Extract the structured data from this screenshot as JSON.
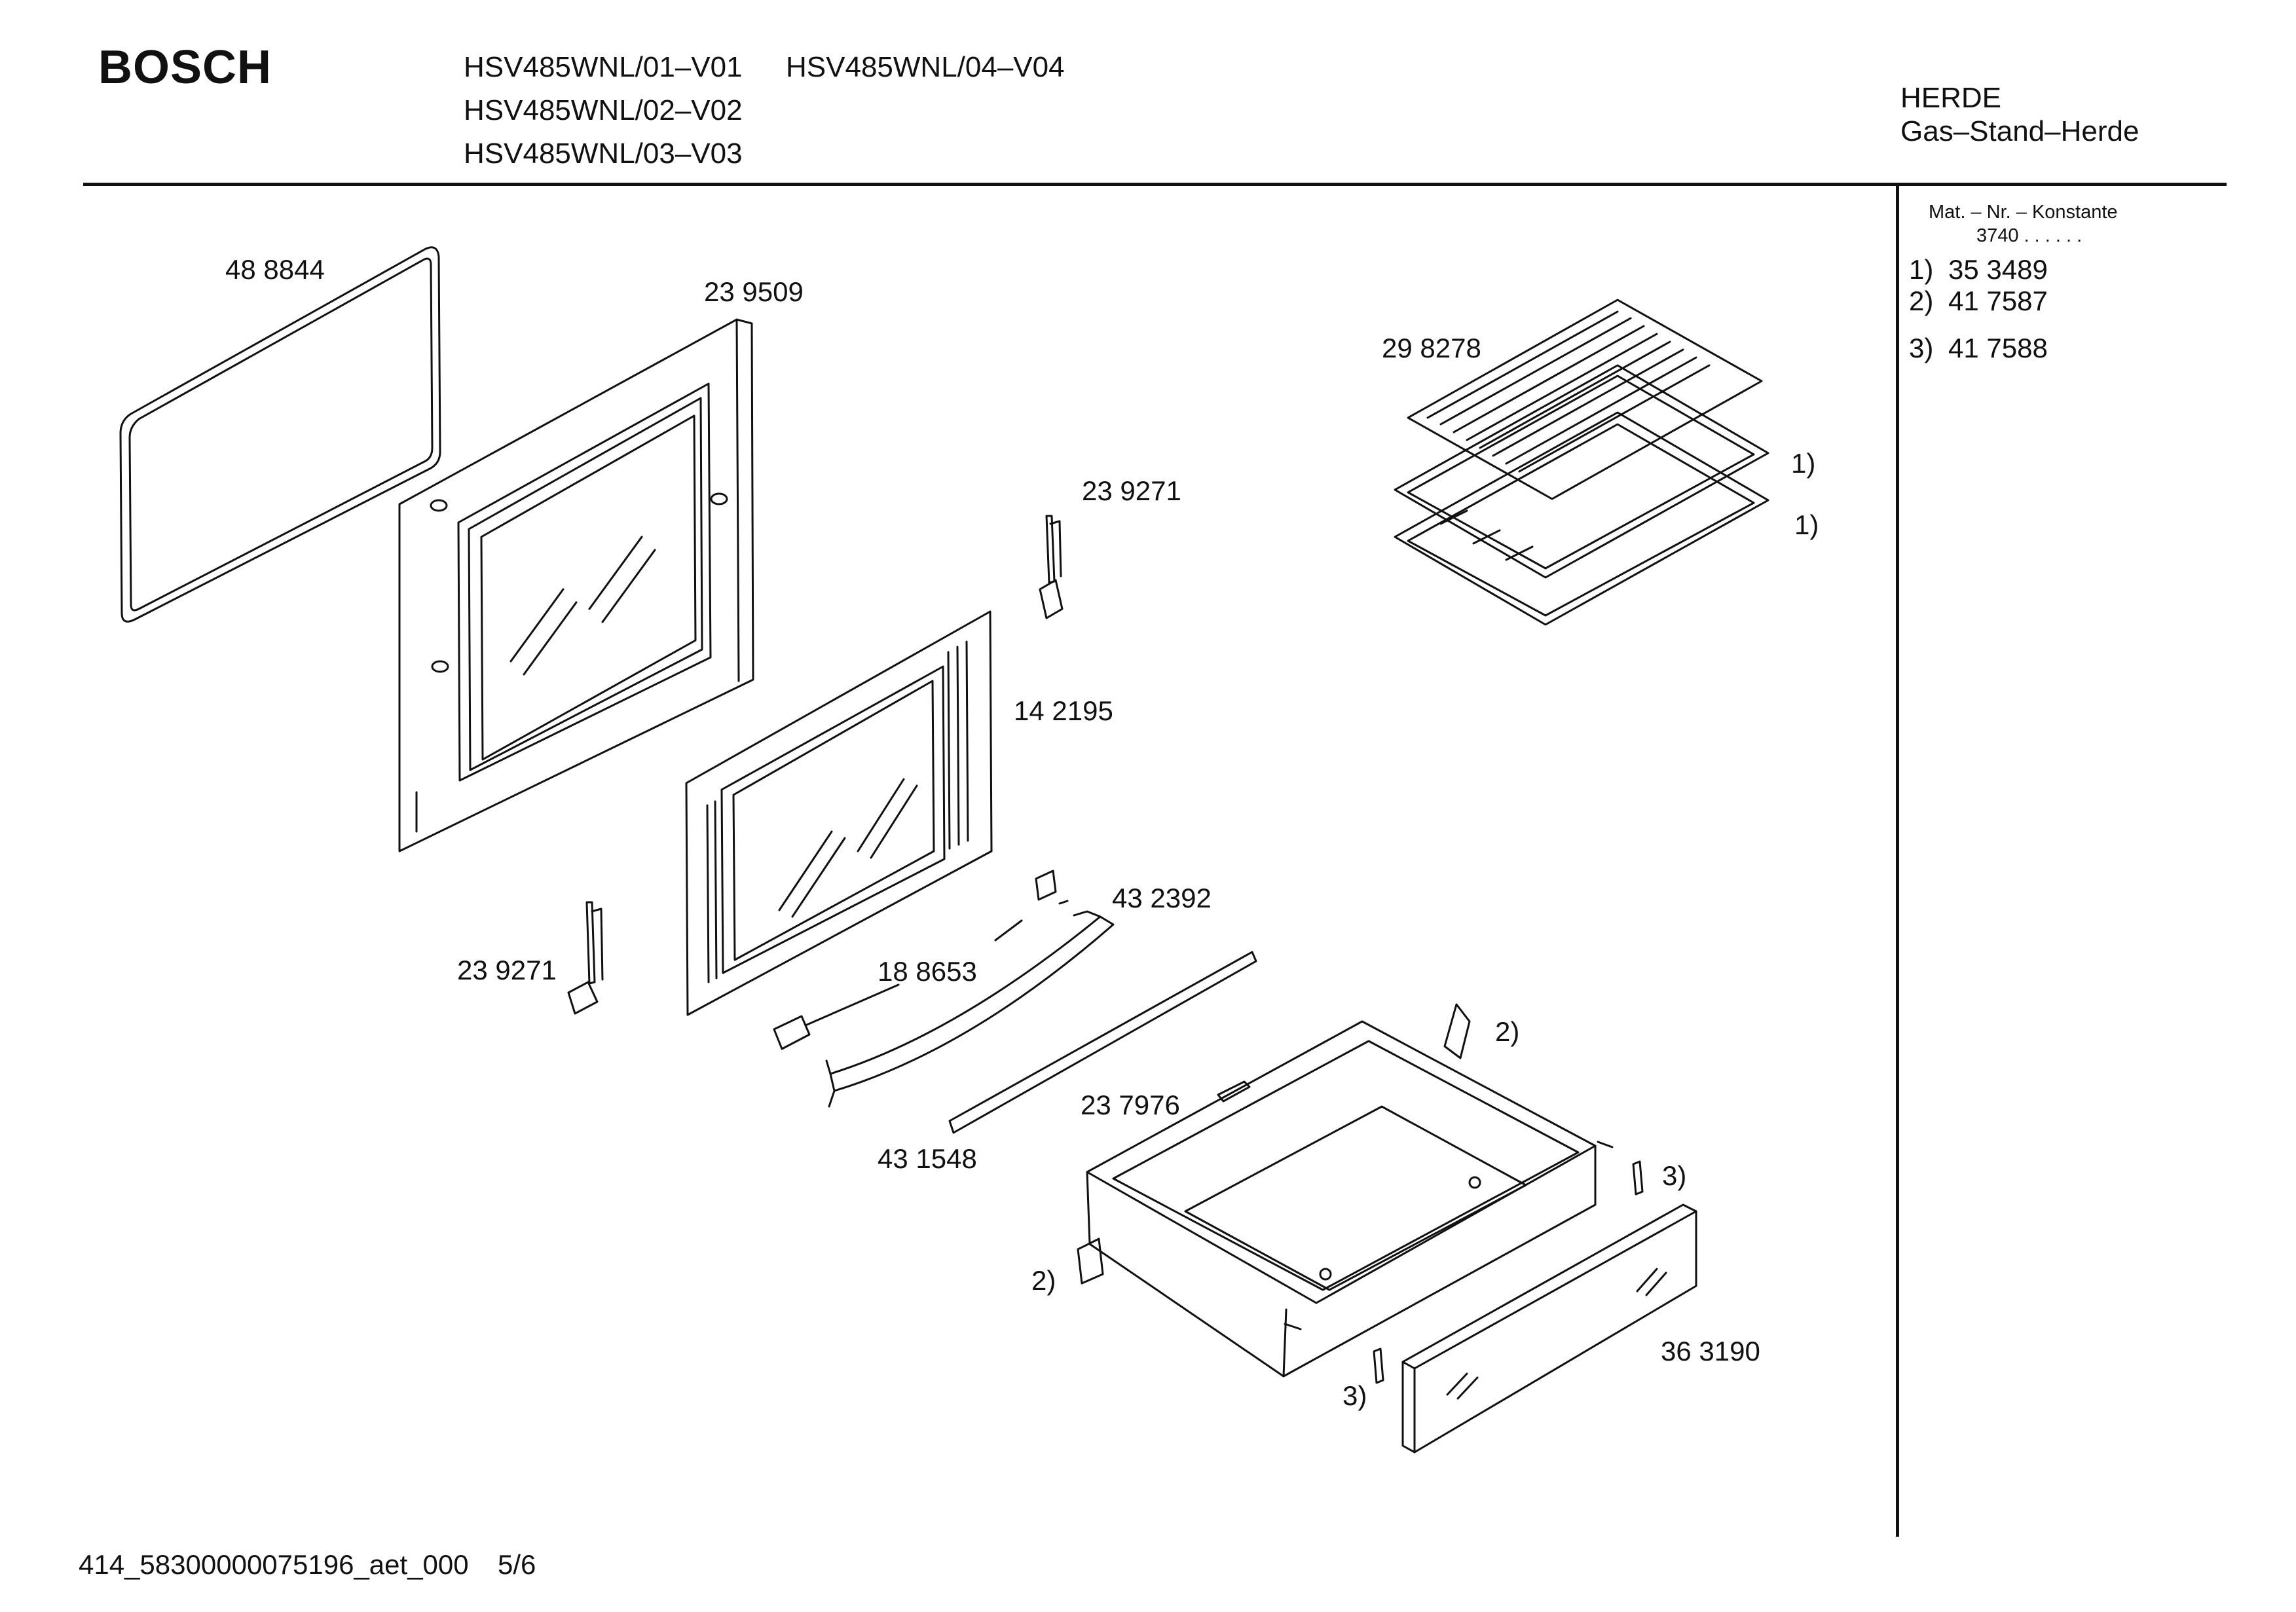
{
  "header": {
    "brand": "BOSCH",
    "models": [
      "HSV485WNL/01–V01",
      "HSV485WNL/04–V04",
      "HSV485WNL/02–V02",
      "HSV485WNL/03–V03"
    ],
    "category": "HERDE",
    "subcategory": "Gas–Stand–Herde"
  },
  "side_panel": {
    "heading": "Mat. – Nr. – Konstante",
    "constant": "3740  .  .  .  .  .  .",
    "variants": [
      {
        "label": "1)",
        "number": "35 3489"
      },
      {
        "label": "2)",
        "number": "41 7587"
      },
      {
        "label": "3)",
        "number": "41 7588"
      }
    ]
  },
  "parts": {
    "gasket": "48 8844",
    "inner_door": "23 9509",
    "racks": "29 8278",
    "hinge_upper": "23 9271",
    "outer_door": "14 2195",
    "handle_end": "43 2392",
    "hinge_lower": "23 9271",
    "handle": "18 8653",
    "trim_strip": "43 1548",
    "drawer": "23 7976",
    "drawer_front": "36 3190"
  },
  "callouts": {
    "rack_1a": "1)",
    "rack_1b": "1)",
    "clip_2a": "2)",
    "clip_2b": "2)",
    "slide_3a": "3)",
    "slide_3b": "3)"
  },
  "footer": {
    "doc_id": "414_58300000075196_aet_000",
    "page": "5/6"
  }
}
